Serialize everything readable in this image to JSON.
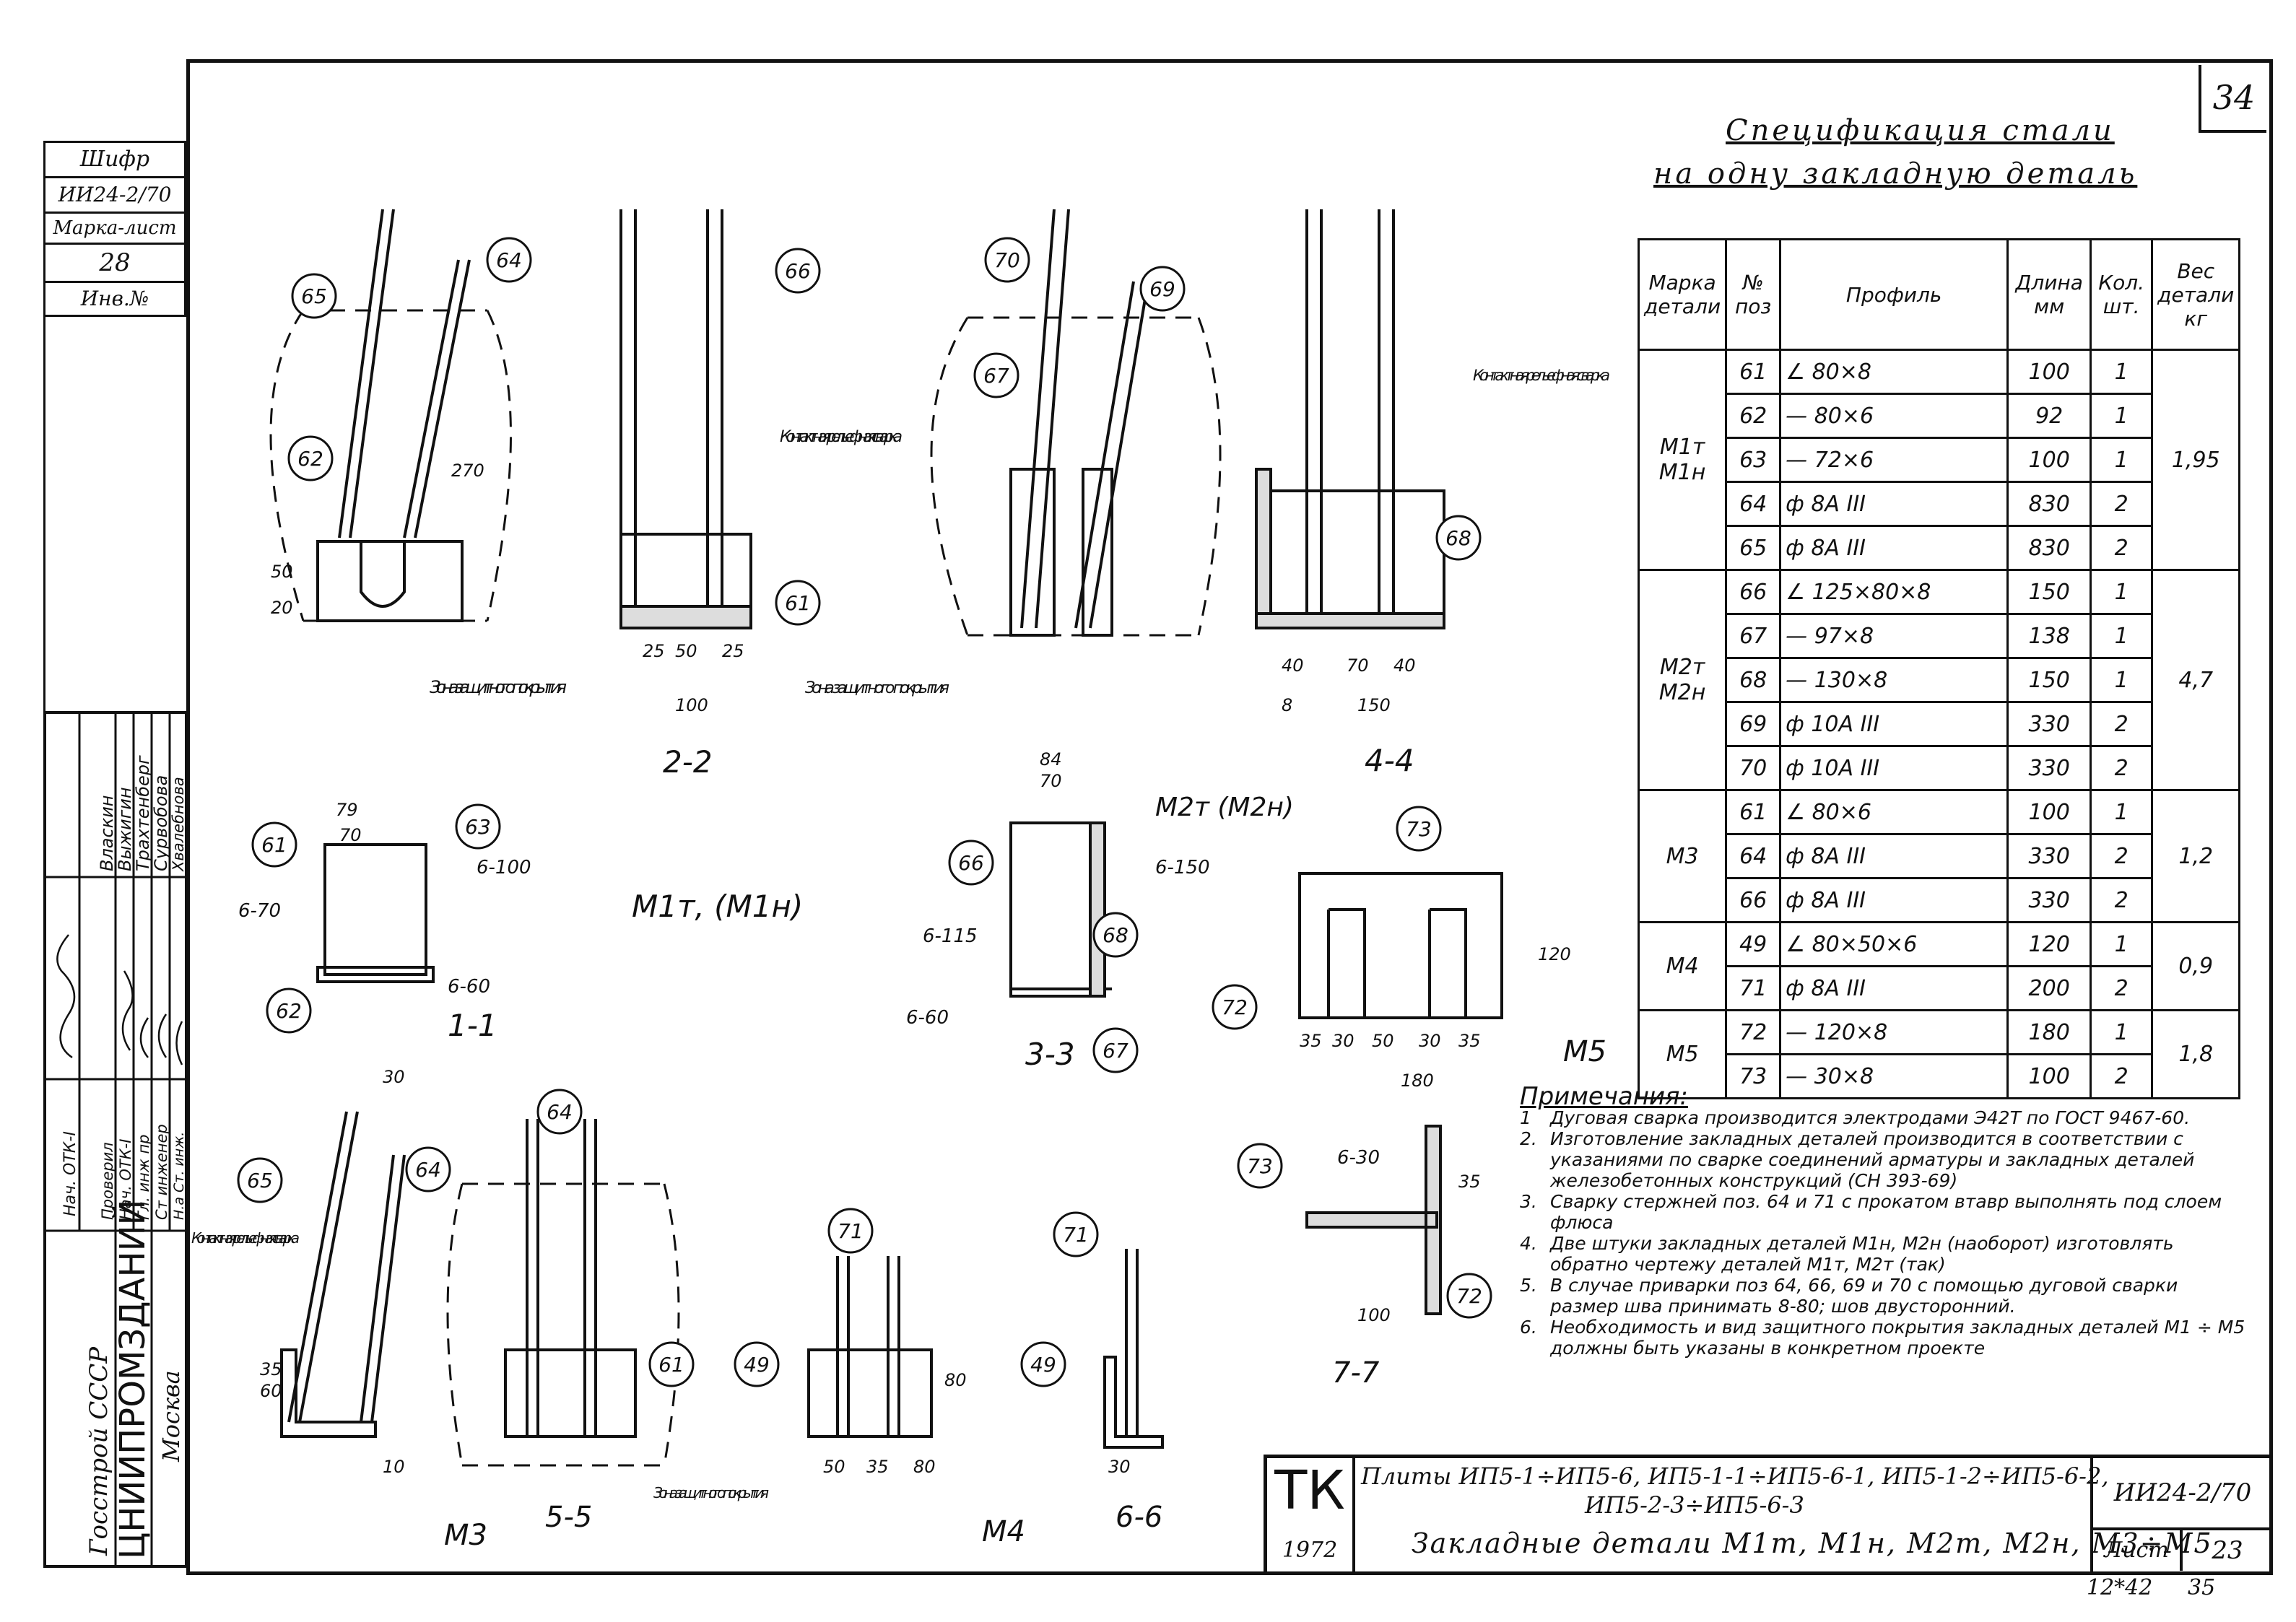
{
  "page_number": "34",
  "bottom_codes": [
    "12*42",
    "35"
  ],
  "stamp": {
    "cipher_label": "Шифр",
    "cipher_value": "ИИ24-2/70",
    "mark_sheet_label": "Марка-лист",
    "mark_sheet_value": "28",
    "inv_label": "Инв.№",
    "roles": [
      "Нач. ОТК-I",
      "Гл. инж пр",
      "Ст инженер",
      "Н.а Ст. инж.",
      "Проверил"
    ],
    "names": [
      "Выжигин",
      "Трахтенберг",
      "Сурвобова",
      "Хвалебнова",
      "Власкин"
    ],
    "org": "Госстрой СССР",
    "institute": "ЦНИИПРОМЗДАНИЙ",
    "city": "Москва"
  },
  "spec": {
    "title_line1": "Спецификация стали",
    "title_line2": "на одну закладную деталь",
    "headers": [
      "Марка детали",
      "№ поз",
      "Профиль",
      "Длина мм",
      "Кол. шт.",
      "Вес детали кг"
    ],
    "groups": [
      {
        "marks": "М1т М1н",
        "weight": "1,95",
        "rows": [
          [
            "61",
            "∠ 80×8",
            "100",
            "1"
          ],
          [
            "62",
            "— 80×6",
            "92",
            "1"
          ],
          [
            "63",
            "— 72×6",
            "100",
            "1"
          ],
          [
            "64",
            "ф 8А III",
            "830",
            "2"
          ],
          [
            "65",
            "ф 8А III",
            "830",
            "2"
          ]
        ]
      },
      {
        "marks": "М2т М2н",
        "weight": "4,7",
        "rows": [
          [
            "66",
            "∠ 125×80×8",
            "150",
            "1"
          ],
          [
            "67",
            "— 97×8",
            "138",
            "1"
          ],
          [
            "68",
            "— 130×8",
            "150",
            "1"
          ],
          [
            "69",
            "ф 10А III",
            "330",
            "2"
          ],
          [
            "70",
            "ф 10А III",
            "330",
            "2"
          ]
        ]
      },
      {
        "marks": "М3",
        "weight": "1,2",
        "rows": [
          [
            "61",
            "∠ 80×6",
            "100",
            "1"
          ],
          [
            "64",
            "ф 8А III",
            "330",
            "2"
          ],
          [
            "66",
            "ф 8А III",
            "330",
            "2"
          ]
        ]
      },
      {
        "marks": "М4",
        "weight": "0,9",
        "rows": [
          [
            "49",
            "∠ 80×50×6",
            "120",
            "1"
          ],
          [
            "71",
            "ф 8А III",
            "200",
            "2"
          ]
        ]
      },
      {
        "marks": "М5",
        "weight": "1,8",
        "rows": [
          [
            "72",
            "— 120×8",
            "180",
            "1"
          ],
          [
            "73",
            "— 30×8",
            "100",
            "2"
          ]
        ]
      }
    ]
  },
  "notes": {
    "title": "Примечания:",
    "items": [
      "Дуговая сварка производится электродами Э42Т по ГОСТ 9467-60.",
      "Изготовление закладных деталей производится в соответствии с указаниями по сварке соединений арматуры и закладных деталей железобетонных конструкций (СН 393-69)",
      "Сварку стержней поз. 64 и 71 с прокатом втавр выполнять под слоем флюса",
      "Две штуки закладных деталей М1н, М2н (наоборот) изготовлять обратно чертежу деталей М1т, М2т (так)",
      "В случае приварки поз 64, 66, 69 и 70 с помощью дуговой сварки размер шва принимать 8-80; шов двусторонний.",
      "Необходимость и вид защитного покрытия закладных деталей М1 ÷ М5 должны быть указаны в конкретном проекте"
    ]
  },
  "title_block": {
    "org_mark": "ТК",
    "year": "1972",
    "title_line1": "Плиты ИП5-1÷ИП5-6, ИП5-1-1÷ИП5-6-1, ИП5-1-2÷ИП5-6-2,",
    "title_line2": "ИП5-2-3÷ИП5-6-3",
    "title_line3": "Закладные детали М1т, М1н, М2т, М2н, М3÷М5",
    "code": "ИИ24-2/70",
    "sheet_label": "Лист",
    "sheet_value": "23"
  },
  "drawing": {
    "section_labels": [
      "1-1",
      "2-2",
      "3-3",
      "4-4",
      "5-5",
      "6-6",
      "7-7"
    ],
    "detail_labels": [
      "М1т, (М1н)",
      "М2т (М2н)",
      "М3",
      "М4",
      "М5"
    ],
    "zone_label": "Зона защитного покрытия",
    "weld_label": "Контактная рельефная сварка",
    "weld_label_short": "Контактная рельеф-ная сварка",
    "weld_labels": [
      "6-100",
      "6-70",
      "6-60",
      "6-150",
      "6-115",
      "6-60",
      "6-30"
    ],
    "dims": [
      "79",
      "70",
      "100",
      "25",
      "50",
      "25",
      "270",
      "20",
      "50",
      "84",
      "70",
      "40",
      "70",
      "40",
      "150",
      "120",
      "35",
      "30",
      "50",
      "30",
      "35",
      "180",
      "100",
      "30",
      "80",
      "10",
      "60",
      "35",
      "50",
      "35",
      "80",
      "30",
      "35",
      "8"
    ],
    "callouts": [
      "65",
      "64",
      "62",
      "66",
      "61",
      "70",
      "69",
      "67",
      "68",
      "61",
      "63",
      "62",
      "66",
      "68",
      "67",
      "73",
      "72",
      "73",
      "72",
      "65",
      "64",
      "64",
      "61",
      "71",
      "49",
      "71",
      "49"
    ]
  }
}
